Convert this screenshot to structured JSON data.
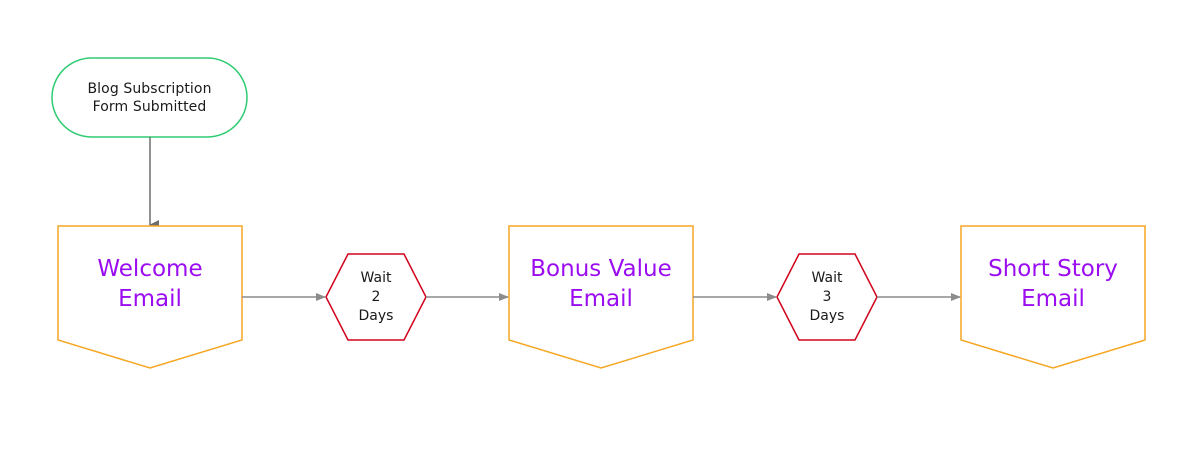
{
  "colors": {
    "trigger_border": "#2ecc71",
    "email_border": "#f5a623",
    "wait_border": "#d0021b",
    "email_text": "#9b0df0",
    "arrow": "#8c8c8c",
    "arrow_dark": "#6e6e6e"
  },
  "trigger": {
    "line1": "Blog Subscription",
    "line2": "Form Submitted"
  },
  "emails": [
    {
      "line1": "Welcome",
      "line2": "Email"
    },
    {
      "line1": "Bonus Value",
      "line2": "Email"
    },
    {
      "line1": "Short Story",
      "line2": "Email"
    }
  ],
  "waits": [
    {
      "line1": "Wait",
      "line2": "2",
      "line3": "Days"
    },
    {
      "line1": "Wait",
      "line2": "3",
      "line3": "Days"
    }
  ]
}
